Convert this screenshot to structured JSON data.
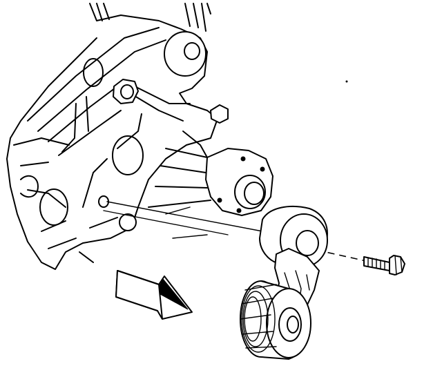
{
  "figure": {
    "components": [
      "engine-bracket",
      "mounting-bosses",
      "water-pump-flange",
      "drive-belt-tensioner",
      "tensioner-pulley",
      "tensioner-bolt",
      "direction-arrow"
    ],
    "colors": {
      "line": "#000000",
      "background": "#ffffff"
    }
  }
}
